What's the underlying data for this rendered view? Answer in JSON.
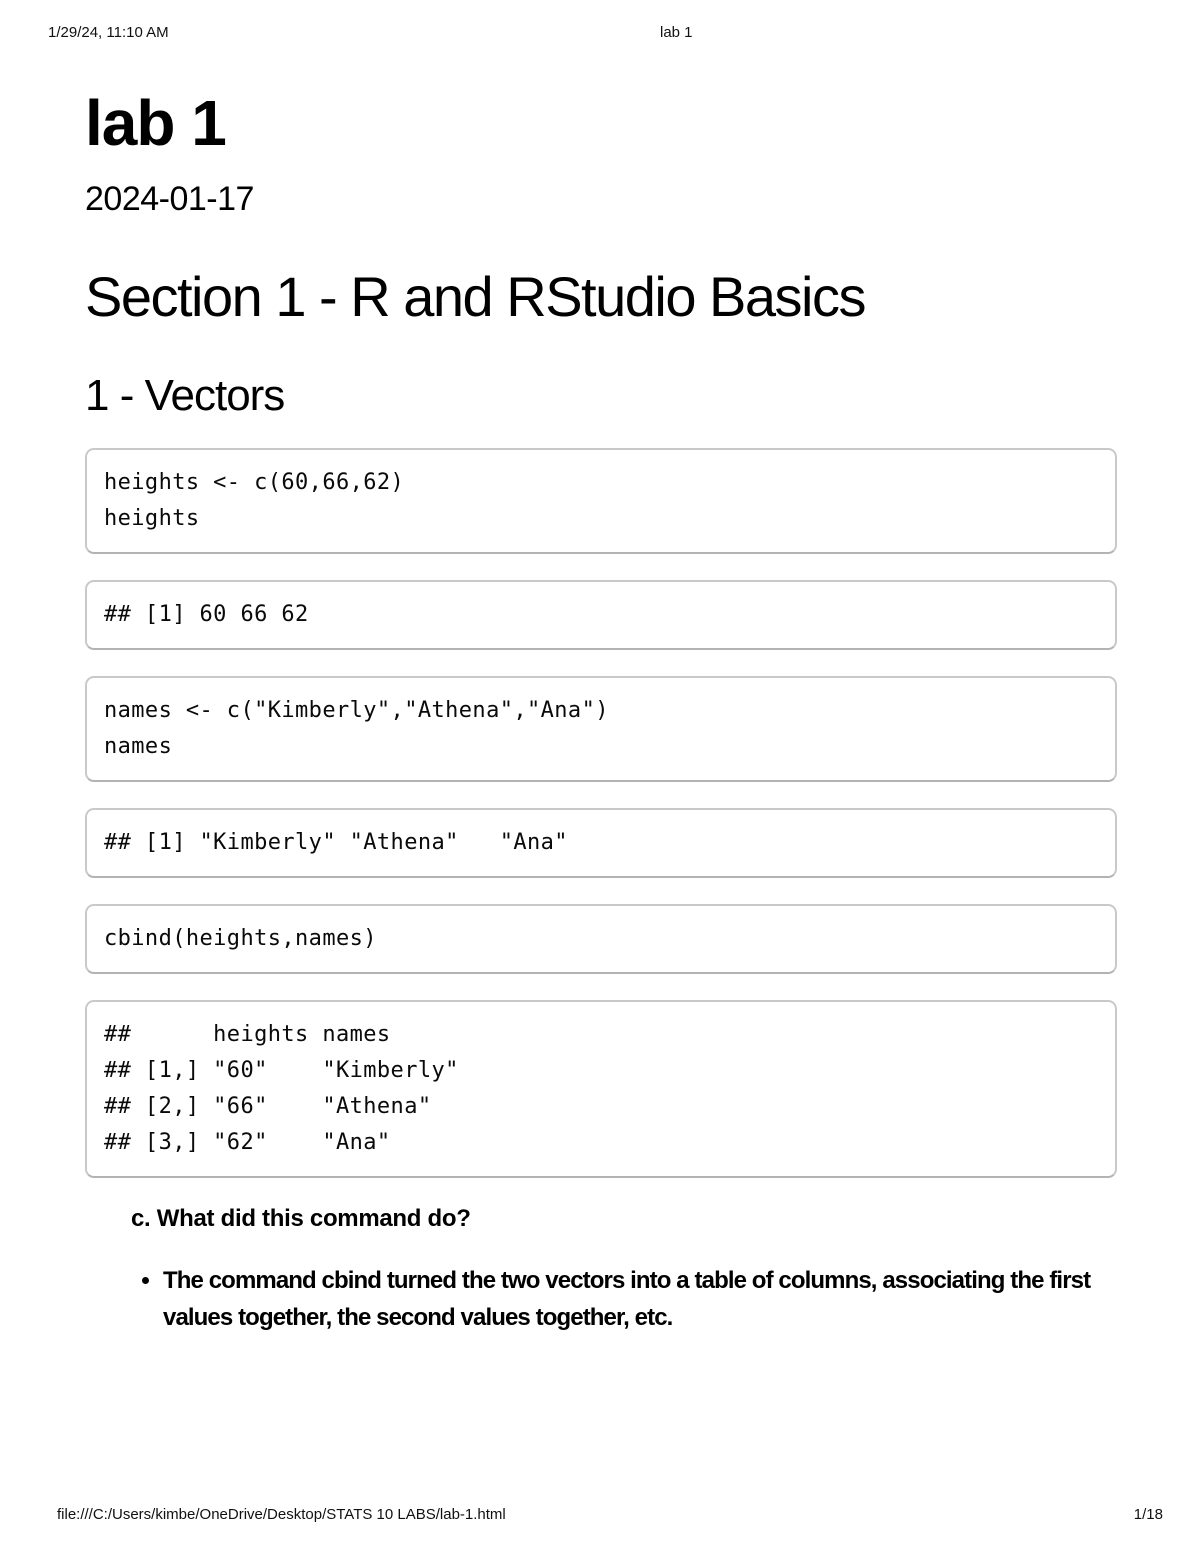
{
  "print_header": {
    "datetime": "1/29/24, 11:10 AM",
    "title": "lab 1"
  },
  "print_footer": {
    "file_path": "file:///C:/Users/kimbe/OneDrive/Desktop/STATS 10 LABS/lab-1.html",
    "page_number": "1/18"
  },
  "document": {
    "title": "lab 1",
    "date": "2024-01-17",
    "section_heading": "Section 1 - R and RStudio Basics",
    "subsection_heading": "1 - Vectors",
    "blocks": [
      {
        "type": "code",
        "text": "heights <- c(60,66,62)\nheights"
      },
      {
        "type": "output",
        "text": "## [1] 60 66 62"
      },
      {
        "type": "code",
        "text": "names <- c(\"Kimberly\",\"Athena\",\"Ana\")\nnames"
      },
      {
        "type": "output",
        "text": "## [1] \"Kimberly\" \"Athena\"   \"Ana\""
      },
      {
        "type": "code",
        "text": "cbind(heights,names)"
      },
      {
        "type": "output",
        "text": "##      heights names\n## [1,] \"60\"    \"Kimberly\"\n## [2,] \"66\"    \"Athena\"\n## [3,] \"62\"    \"Ana\""
      }
    ],
    "question": "c. What did this command do?",
    "answers": [
      "The command cbind turned the two vectors into a table of columns, associating the first values together, the second values together, etc."
    ]
  },
  "colors": {
    "page_background": "#ffffff",
    "text": "#000000",
    "code_border": "#c9c9c9"
  }
}
